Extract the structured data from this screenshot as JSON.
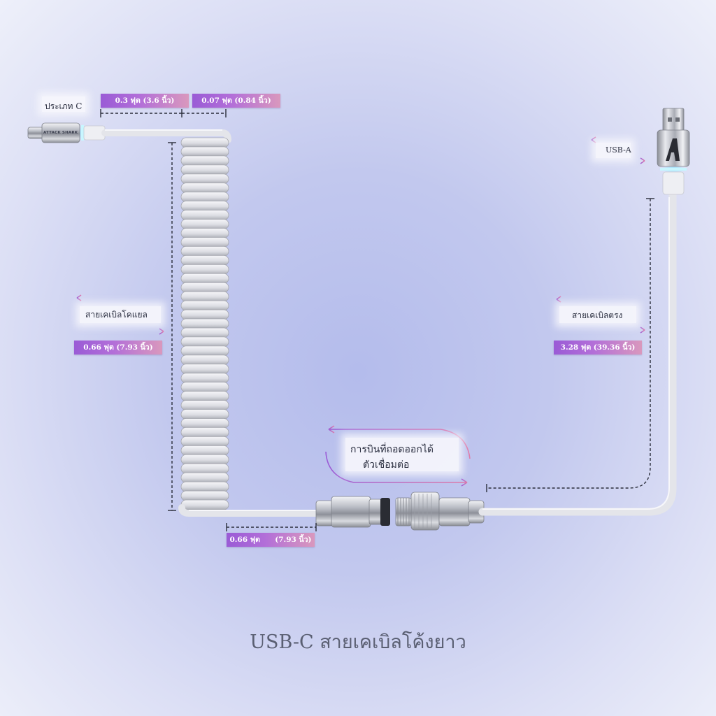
{
  "labels": {
    "type_c": "ประเภท C",
    "usb_a": "USB-A",
    "coiled_cable": "สายเคเบิลโคแยล",
    "straight_cable": "สายเคเบิลตรง",
    "aviator_line1": "การบินที่ถอดออกได้",
    "aviator_line2": "ตัวเชื่อมต่อ"
  },
  "measurements": {
    "type_c_head": "0.3 ฟุต (3.6 นิ้ว)",
    "type_c_neck": "0.07 ฟุต (0.84 นิ้ว)",
    "coil": "0.66 ฟุต (7.93 นิ้ว)",
    "straight": "3.28 ฟุต (39.36 นิ้ว)",
    "lead_value": "0.66 ฟุต",
    "lead_inches": "(7.93 นิ้ว)"
  },
  "brand": "ATTACK SHARK",
  "caption": "USB-C สายเคเบิลโค้งยาว",
  "colors": {
    "cable": "#e4e5ea",
    "accent_purple": "#9a5bd6",
    "accent_pink": "#d998bd",
    "dim_line": "#2a2d3a",
    "led_glow": "#7fe8ff"
  },
  "icons": [
    "usb-c-plug-icon",
    "usb-a-plug-icon",
    "aviator-connector-icon",
    "attack-shark-logo-icon"
  ]
}
